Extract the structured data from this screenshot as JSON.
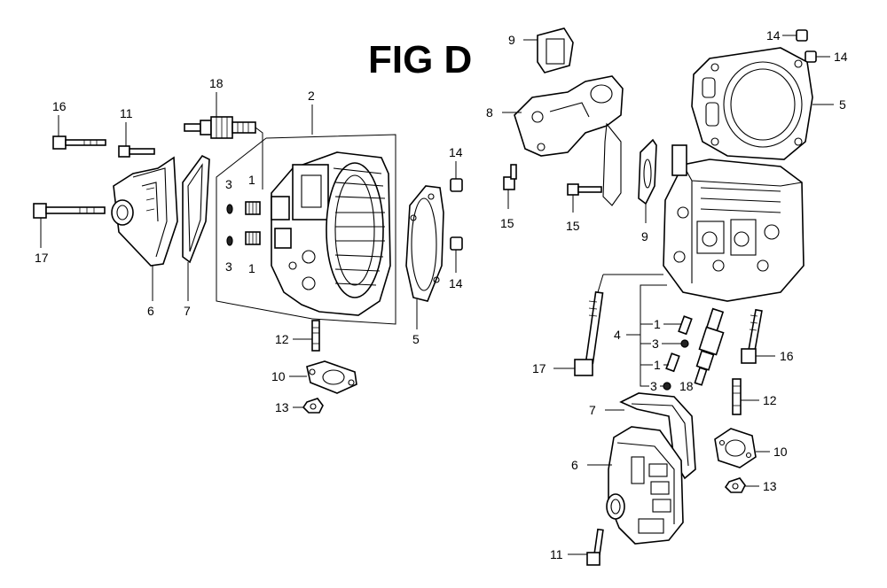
{
  "figure": {
    "title": "FIG D"
  },
  "callouts": {
    "c2": "2",
    "c3a": "3",
    "c3b": "3",
    "c3c": "3",
    "c3d": "3",
    "c1a": "1",
    "c1b": "1",
    "c1c": "1",
    "c1d": "1",
    "c4": "4",
    "c5a": "5",
    "c5b": "5",
    "c6a": "6",
    "c6b": "6",
    "c7a": "7",
    "c7b": "7",
    "c8": "8",
    "c9a": "9",
    "c9b": "9",
    "c10a": "10",
    "c10b": "10",
    "c11a": "11",
    "c11b": "11",
    "c12a": "12",
    "c12b": "12",
    "c13a": "13",
    "c13b": "13",
    "c14a": "14",
    "c14b": "14",
    "c14c": "14",
    "c14d": "14",
    "c15a": "15",
    "c15b": "15",
    "c16a": "16",
    "c16b": "16",
    "c17a": "17",
    "c17b": "17",
    "c18a": "18",
    "c18b": "18"
  },
  "colors": {
    "ink": "#000000",
    "paper": "#ffffff"
  }
}
